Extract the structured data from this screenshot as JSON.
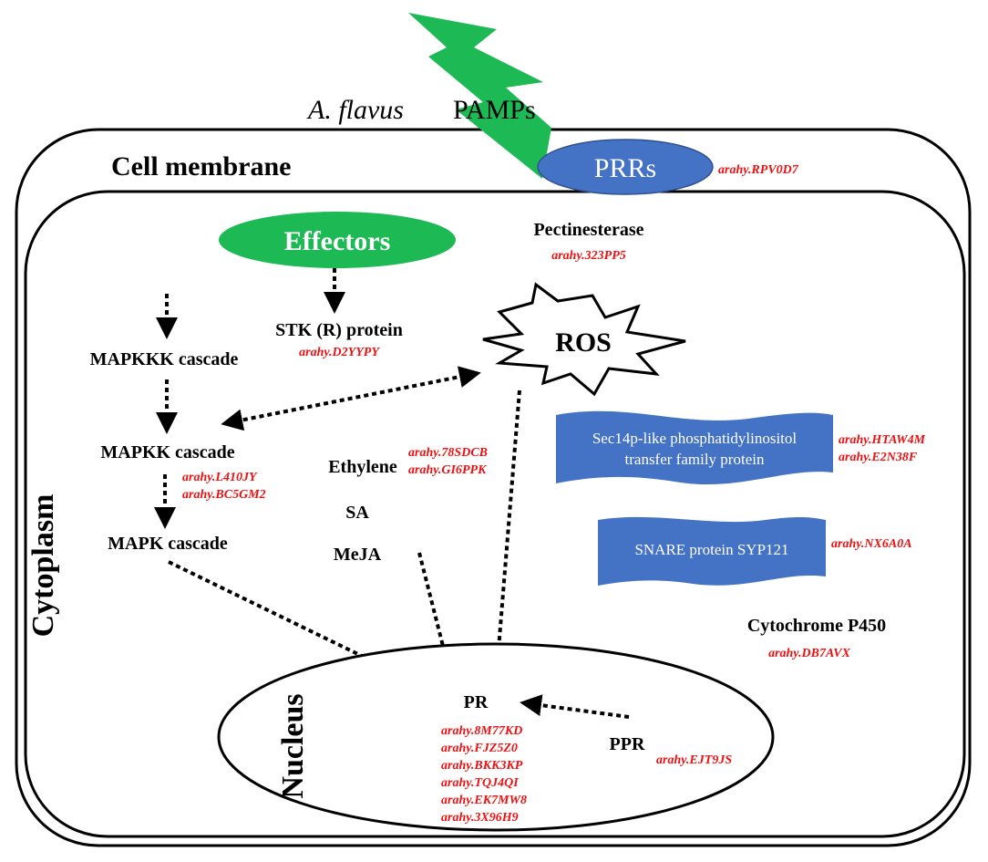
{
  "colors": {
    "membrane_stroke": "#000000",
    "ellipse_fill": "#4472c4",
    "effector_fill": "#1db954",
    "lightning_fill": "#1db954",
    "gene_text": "#ee1111"
  },
  "pathogen": {
    "organism": "A. flavus",
    "signal": "PAMPs"
  },
  "compartments": {
    "cell_membrane": "Cell membrane",
    "cytoplasm": "Cytoplasm",
    "nucleus": "Nucleus"
  },
  "receptor": {
    "label": "PRRs",
    "gene": "arahy.RPV0D7"
  },
  "effectors": {
    "label": "Effectors"
  },
  "pectinesterase": {
    "label": "Pectinesterase",
    "gene": "arahy.323PP5"
  },
  "stk": {
    "label": "STK (R) protein",
    "gene": "arahy.D2YYPY"
  },
  "ros": {
    "label": "ROS"
  },
  "mapk": {
    "mapkkk": "MAPKKK cascade",
    "mapkk": "MAPKK cascade",
    "mapkk_genes": [
      "arahy.L410JY",
      "arahy.BC5GM2"
    ],
    "mapk": "MAPK cascade"
  },
  "hormones": {
    "ethylene": "Ethylene",
    "ethylene_genes": [
      "arahy.78SDCB",
      "arahy.GI6PPK"
    ],
    "sa": "SA",
    "meja": "MeJA"
  },
  "sec14": {
    "label_line1": "Sec14p-like phosphatidylinositol",
    "label_line2": "transfer family protein",
    "genes": [
      "arahy.HTAW4M",
      "arahy.E2N38F"
    ]
  },
  "snare": {
    "label": "SNARE protein SYP121",
    "gene": "arahy.NX6A0A"
  },
  "cytochrome": {
    "label": "Cytochrome P450",
    "gene": "arahy.DB7AVX"
  },
  "pr": {
    "label": "PR",
    "genes": [
      "arahy.8M77KD",
      "arahy.FJZ5Z0",
      "arahy.BKK3KP",
      "arahy.TQJ4QI",
      "arahy.EK7MW8",
      "arahy.3X96H9"
    ]
  },
  "ppr": {
    "label": "PPR",
    "gene": "arahy.EJT9JS"
  }
}
